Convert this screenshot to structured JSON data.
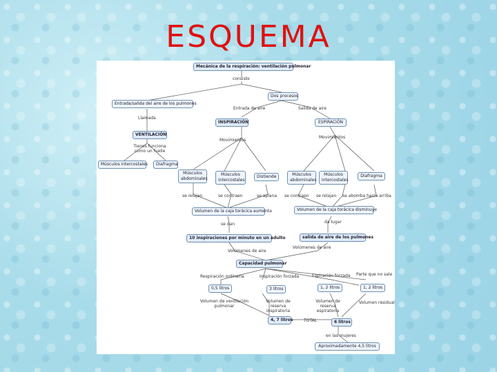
{
  "title": "ESQUEMA",
  "diagram": {
    "nodes": {
      "root": "Mecánica de la respiración: ventilación pulmonar",
      "entrada": "Entrada/salida del aire de los pulmones",
      "dos_procesos": "Dos procesos",
      "ventilacion": "VENTILACIÓN",
      "inspiracion": "INSPIRACIÓN",
      "espiracion": "ESPIRACIÓN",
      "intercostales": "Músculos intercostales",
      "diafragma_left": "Diafragma",
      "mus_abdominales_l": "Músculos abdominales",
      "mus_intercostales_l": "Músculos intercostales",
      "distiende": "Distiende",
      "mus_abdominales_r": "Músculos abdominales",
      "mus_intercostales_r": "Músculos intercostales",
      "diafragma_right": "Diafragma",
      "vol_aumenta": "Volumen de la caja torácica aumenta",
      "vol_disminuye": "Volumen de la caja torácica disminuye",
      "inspiraciones": "10 inspiraciones por minuto en un adulto",
      "salida_aire": "salida de aire de los pulmones",
      "capacidad": "Capacidad pulmonar",
      "v05": "0,5 litros",
      "v3": "3 litros",
      "v12a": "1, 2 litros",
      "v12b": "1, 2 litros",
      "v47": "4, 7 litros",
      "v6": "6 litros",
      "hombres": "Aproximadamente 4,5 litros"
    },
    "labels": {
      "consiste": "consiste",
      "llamada": "Llamada",
      "tienes_funciona": "Tienes funciona como un fuelle",
      "entrada_aire": "Entrada de aire",
      "salida_aire": "Salida de aire",
      "movimientos_l": "Movimientos",
      "movimientos_r": "Movimientos",
      "se_relajan_l": "se relajan",
      "se_contraen_l": "se contraen",
      "se_aplana": "se aplana",
      "se_contraen_r": "se contraen",
      "se_relajan_r": "se relajan",
      "se_abomba": "se abomba hacia arriba",
      "se_dan": "se dan",
      "da_lugar": "da lugar",
      "vol_aire_l": "Volúmenes de aire",
      "vol_aire_r": "Volúmenes de aire",
      "resp_ordinaria": "Respiración ordinaria",
      "insp_forzada": "Inspiración forzada",
      "esp_forzada": "Espiración forzada",
      "parte_no_sale": "Parte que no sale",
      "vol_vent": "Volumen de ventilación pulmonar",
      "vol_res_insp": "Volumen de reserva inspiratoria",
      "vol_res_esp": "Volumen de reserva espiratoria",
      "vol_residual": "Volumen residual",
      "total": "TOTAL",
      "en_mujeres": "en las mujeres"
    }
  }
}
